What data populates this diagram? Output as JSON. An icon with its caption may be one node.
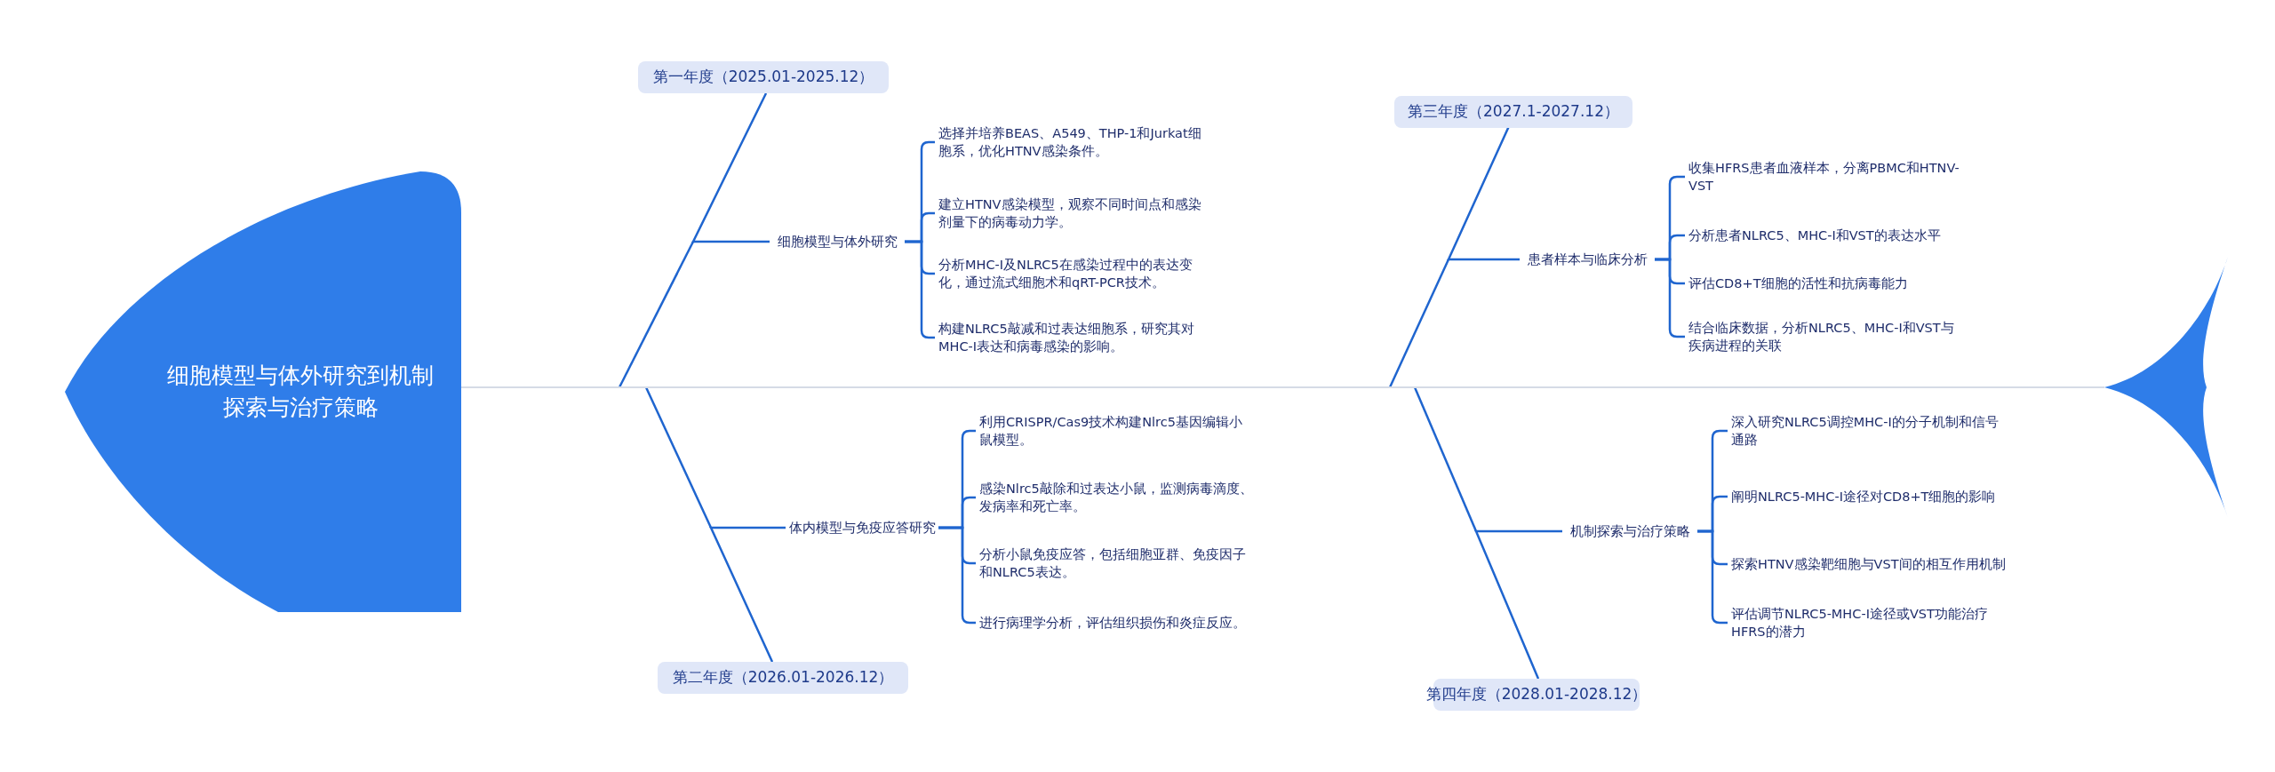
{
  "diagram": {
    "nodes": [
      {
        "text": [
          "细胞模型与体外研究到机制探索与治疗策略"
        ]
      },
      {
        "text": [
          "第一年度（2025.01-2025.12）"
        ]
      },
      {
        "text": [
          "细胞模型与体外研究"
        ]
      },
      {
        "text": [
          "选择并培养BEAS、A549、THP-1和Jurkat细胞系，优化HTNV感染条件。"
        ]
      },
      {
        "text": [
          "建立HTNV感染模型，观察不同时间点和感染剂量下的病毒动力学。"
        ]
      },
      {
        "text": [
          "分析MHC-I及NLRC5在感染过程中的表达变化，通过流式细胞术和qRT-PCR技术。"
        ]
      },
      {
        "text": [
          "构建NLRC5敲减和过表达细胞系，研究其对MHC-I表达和病毒感染的影响。"
        ]
      },
      {
        "text": [
          "第二年度（2026.01-2026.12）"
        ]
      },
      {
        "text": [
          "体内模型与免疫应答研究"
        ]
      },
      {
        "text": [
          "利用CRISPR/Cas9技术构建Nlrc5基因编辑小鼠模型。"
        ]
      },
      {
        "text": [
          "感染Nlrc5敲除和过表达小鼠，监测病毒滴度、发病率和死亡率。"
        ]
      },
      {
        "text": [
          "分析小鼠免疫应答，包括细胞亚群、免疫因子和NLRC5表达。"
        ]
      },
      {
        "text": [
          "进行病理学分析，评估组织损伤和炎症反应。"
        ]
      },
      {
        "text": [
          "第三年度（2027.1-2027.12）"
        ]
      },
      {
        "text": [
          "患者样本与临床分析"
        ]
      },
      {
        "text": [
          "收集HFRS患者血液样本，分离PBMC和HTNV-VST"
        ]
      },
      {
        "text": [
          "分析患者NLRC5、MHC-I和VST的表达水平"
        ]
      },
      {
        "text": [
          "评估CD8+T细胞的活性和抗病毒能力"
        ]
      },
      {
        "text": [
          "结合临床数据，分析NLRC5、MHC-I和VST与疾病进程的关联"
        ]
      },
      {
        "text": [
          "第四年度（2028.01-2028.12）"
        ]
      },
      {
        "text": [
          "机制探索与治疗策略"
        ]
      },
      {
        "text": [
          "深入研究NLRC5调控MHC-I的分子机制和信号通路"
        ]
      },
      {
        "text": [
          "阐明NLRC5-MHC-I途径对CD8+T细胞的影响"
        ]
      },
      {
        "text": [
          "探索HTNV感染靶细胞与VST间的相互作用机制"
        ]
      },
      {
        "text": [
          "评估调节NLRC5-MHC-I途径或VST功能治疗HFRS的潜力"
        ]
      },
      {
        "text": [],
        "shape": "fin"
      }
    ],
    "edges": [
      {
        "from": 0,
        "to": 25,
        "arrow": "none",
        "color": "#d5dbe6"
      },
      {
        "from": 1,
        "to": 2,
        "arrow": "none"
      },
      {
        "from": 2,
        "to": 3,
        "arrow": "none"
      },
      {
        "from": 2,
        "to": 4,
        "arrow": "none"
      },
      {
        "from": 2,
        "to": 5,
        "arrow": "none"
      },
      {
        "from": 2,
        "to": 6,
        "arrow": "none"
      },
      {
        "from": 7,
        "to": 8,
        "arrow": "none"
      },
      {
        "from": 8,
        "to": 9,
        "arrow": "none"
      },
      {
        "from": 8,
        "to": 10,
        "arrow": "none"
      },
      {
        "from": 8,
        "to": 11,
        "arrow": "none"
      },
      {
        "from": 8,
        "to": 12,
        "arrow": "none"
      },
      {
        "from": 13,
        "to": 14,
        "arrow": "none"
      },
      {
        "from": 14,
        "to": 15,
        "arrow": "none"
      },
      {
        "from": 14,
        "to": 16,
        "arrow": "none"
      },
      {
        "from": 14,
        "to": 17,
        "arrow": "none"
      },
      {
        "from": 14,
        "to": 18,
        "arrow": "none"
      },
      {
        "from": 19,
        "to": 20,
        "arrow": "none"
      },
      {
        "from": 20,
        "to": 21,
        "arrow": "none"
      },
      {
        "from": 20,
        "to": 22,
        "arrow": "none"
      },
      {
        "from": 20,
        "to": 23,
        "arrow": "none"
      },
      {
        "from": 20,
        "to": 24,
        "arrow": "none"
      }
    ]
  }
}
